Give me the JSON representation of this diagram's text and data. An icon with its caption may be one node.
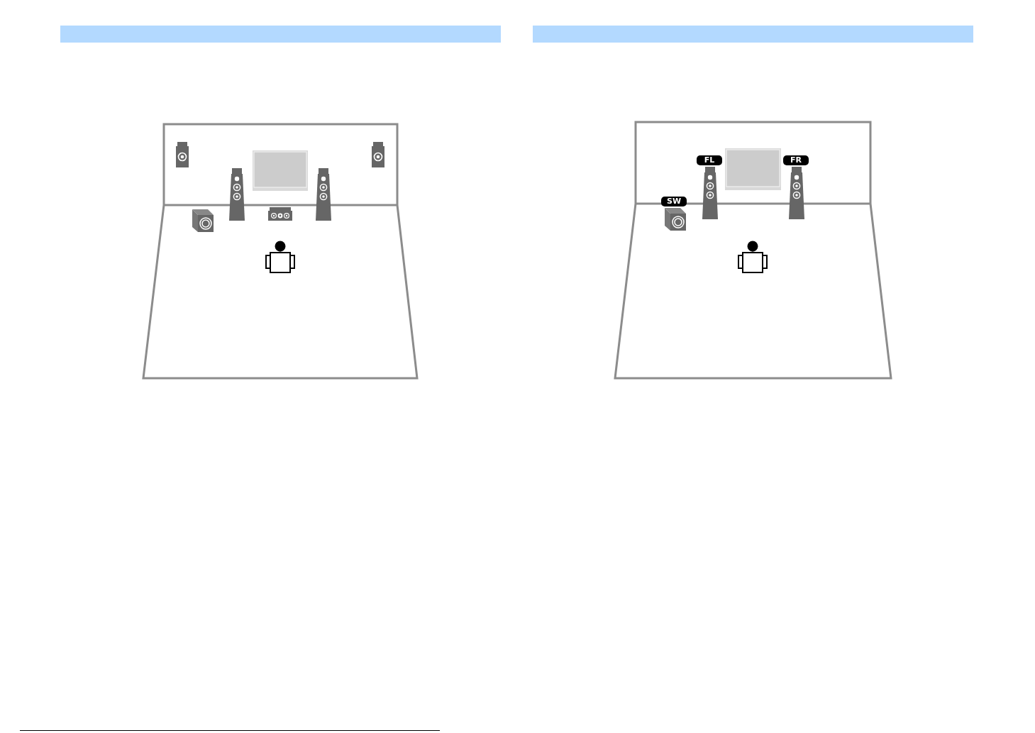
{
  "diagram": {
    "nodes": [
      {
        "text": [
          "FL"
        ]
      },
      {
        "text": [
          "FR"
        ]
      },
      {
        "text": [
          "SW"
        ]
      }
    ]
  }
}
